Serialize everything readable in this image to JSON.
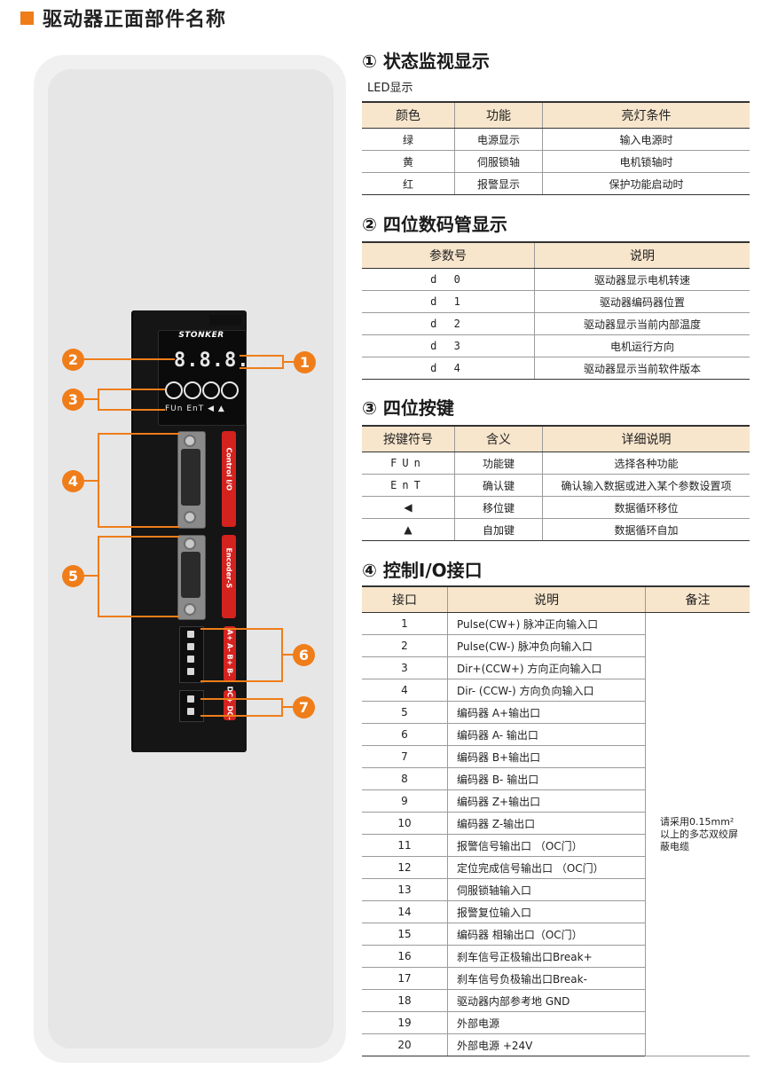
{
  "page_title": "驱动器正面部件名称",
  "device": {
    "brand": "STONKER",
    "display": "8.8.8.8.",
    "key_labels": "FUn  EnT  ◀  ▲",
    "label_control": "Control I/O",
    "label_encoder": "Encoder-S",
    "label_ab": "A+ A- B+ B-",
    "label_dc": "DC+ DC-"
  },
  "callouts": [
    "1",
    "2",
    "3",
    "4",
    "5",
    "6",
    "7"
  ],
  "section1": {
    "title": "① 状态监视显示",
    "subtitle": "LED显示",
    "headers": [
      "颜色",
      "功能",
      "亮灯条件"
    ],
    "rows": [
      [
        "绿",
        "电源显示",
        "输入电源时"
      ],
      [
        "黄",
        "伺服锁轴",
        "电机锁轴时"
      ],
      [
        "红",
        "报警显示",
        "保护功能启动时"
      ]
    ]
  },
  "section2": {
    "title": "② 四位数码管显示",
    "headers": [
      "参数号",
      "说明"
    ],
    "rows": [
      [
        "d 0",
        "驱动器显示电机转速"
      ],
      [
        "d 1",
        "驱动器编码器位置"
      ],
      [
        "d 2",
        "驱动器显示当前内部温度"
      ],
      [
        "d 3",
        "电机运行方向"
      ],
      [
        "d 4",
        "驱动器显示当前软件版本"
      ]
    ]
  },
  "section3": {
    "title": "③ 四位按键",
    "headers": [
      "按键符号",
      "含义",
      "详细说明"
    ],
    "rows": [
      [
        "FUn",
        "功能键",
        "选择各种功能"
      ],
      [
        "EnT",
        "确认键",
        "确认输入数据或进入某个参数设置项"
      ],
      [
        "◀",
        "移位键",
        "数据循环移位"
      ],
      [
        "▲",
        "自加键",
        "数据循环自加"
      ]
    ]
  },
  "section4": {
    "title": "④ 控制I/O接口",
    "headers": [
      "接口",
      "说明",
      "备注"
    ],
    "note": "请采用0.15mm² 以上的多芯双绞屏蔽电缆",
    "rows": [
      [
        "1",
        "Pulse(CW+) 脉冲正向输入口"
      ],
      [
        "2",
        "Pulse(CW-) 脉冲负向输入口"
      ],
      [
        "3",
        "Dir+(CCW+) 方向正向输入口"
      ],
      [
        "4",
        "Dir- (CCW-) 方向负向输入口"
      ],
      [
        "5",
        "编码器 A+输出口"
      ],
      [
        "6",
        "编码器 A- 输出口"
      ],
      [
        "7",
        "编码器 B+输出口"
      ],
      [
        "8",
        "编码器 B- 输出口"
      ],
      [
        "9",
        "编码器 Z+输出口"
      ],
      [
        "10",
        "编码器 Z-输出口"
      ],
      [
        "11",
        "报警信号输出口 （OC门）"
      ],
      [
        "12",
        "定位完成信号输出口 （OC门）"
      ],
      [
        "13",
        "伺服锁轴输入口"
      ],
      [
        "14",
        "报警复位输入口"
      ],
      [
        "15",
        "编码器 相输出口（OC门）"
      ],
      [
        "16",
        "刹车信号正极输出口Break+"
      ],
      [
        "17",
        "刹车信号负极输出口Break-"
      ],
      [
        "18",
        "驱动器内部参考地 GND"
      ],
      [
        "19",
        "外部电源"
      ],
      [
        "20",
        "外部电源 +24V"
      ]
    ]
  }
}
